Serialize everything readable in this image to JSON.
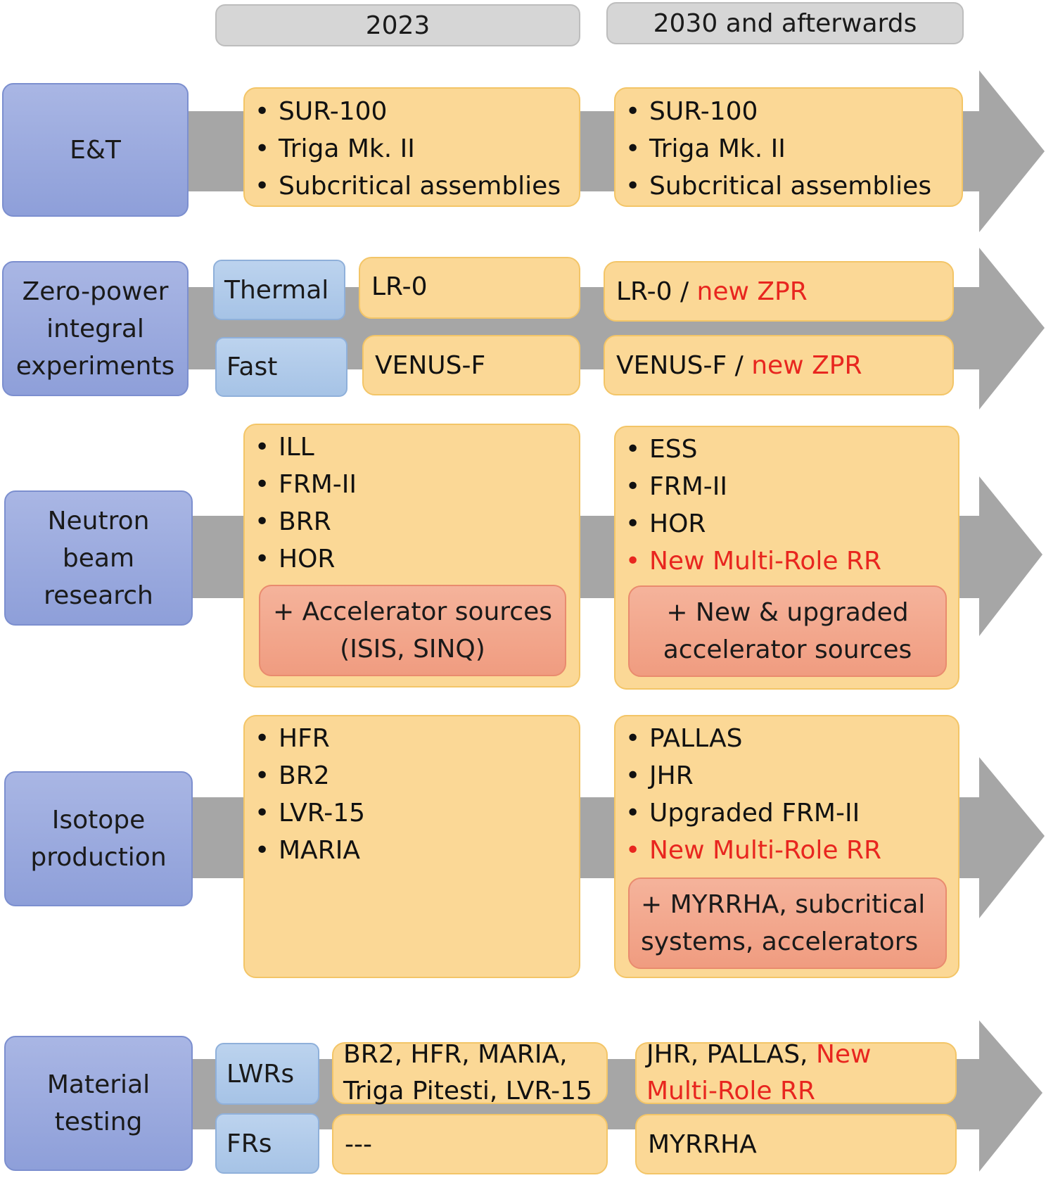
{
  "headers": {
    "col_2023": "2023",
    "col_2030": "2030 and afterwards"
  },
  "colors": {
    "arrow": "#a6a6a6",
    "category": "#8e9fd9",
    "subcategory": "#a6c3e6",
    "item_box": "#fbd896",
    "accelerator_box": "#f09c80",
    "new_text": "#e8261f"
  },
  "rows": {
    "et": {
      "label": "E&T",
      "y2023": [
        "SUR-100",
        "Triga Mk. II",
        "Subcritical assemblies"
      ],
      "y2030": [
        "SUR-100",
        "Triga Mk. II",
        "Subcritical assemblies"
      ]
    },
    "zero_power": {
      "label_lines": [
        "Zero-power",
        "integral",
        "experiments"
      ],
      "thermal": {
        "label": "Thermal",
        "y2023": "LR-0",
        "y2030_prefix": "LR-0 / ",
        "y2030_new": "new ZPR"
      },
      "fast": {
        "label": "Fast",
        "y2023": "VENUS-F",
        "y2030_prefix": "VENUS-F / ",
        "y2030_new": "new ZPR"
      }
    },
    "neutron": {
      "label_lines": [
        "Neutron",
        "beam",
        "research"
      ],
      "y2023": [
        "ILL",
        "FRM-II",
        "BRR",
        "HOR"
      ],
      "y2023_extra_lines": [
        "+ Accelerator sources",
        "(ISIS, SINQ)"
      ],
      "y2030": [
        "ESS",
        "FRM-II",
        "HOR"
      ],
      "y2030_new": "New Multi-Role RR",
      "y2030_extra_lines": [
        "+ New & upgraded",
        "accelerator sources"
      ]
    },
    "isotope": {
      "label_lines": [
        "Isotope",
        "production"
      ],
      "y2023": [
        "HFR",
        "BR2",
        "LVR-15",
        "MARIA"
      ],
      "y2030": [
        "PALLAS",
        "JHR",
        "Upgraded FRM-II"
      ],
      "y2030_new": "New Multi-Role RR",
      "y2030_extra_lines": [
        "+ MYRRHA, subcritical",
        "systems, accelerators"
      ]
    },
    "material": {
      "label_lines": [
        "Material",
        "testing"
      ],
      "lwrs": {
        "label": "LWRs",
        "y2023_lines": [
          "BR2, HFR, MARIA,",
          "Triga Pitesti, LVR-15"
        ],
        "y2030_prefix": "JHR, PALLAS, ",
        "y2030_new_a": "New",
        "y2030_new_b": "Multi-Role RR"
      },
      "frs": {
        "label": "FRs",
        "y2023": "---",
        "y2030": "MYRRHA"
      }
    }
  }
}
